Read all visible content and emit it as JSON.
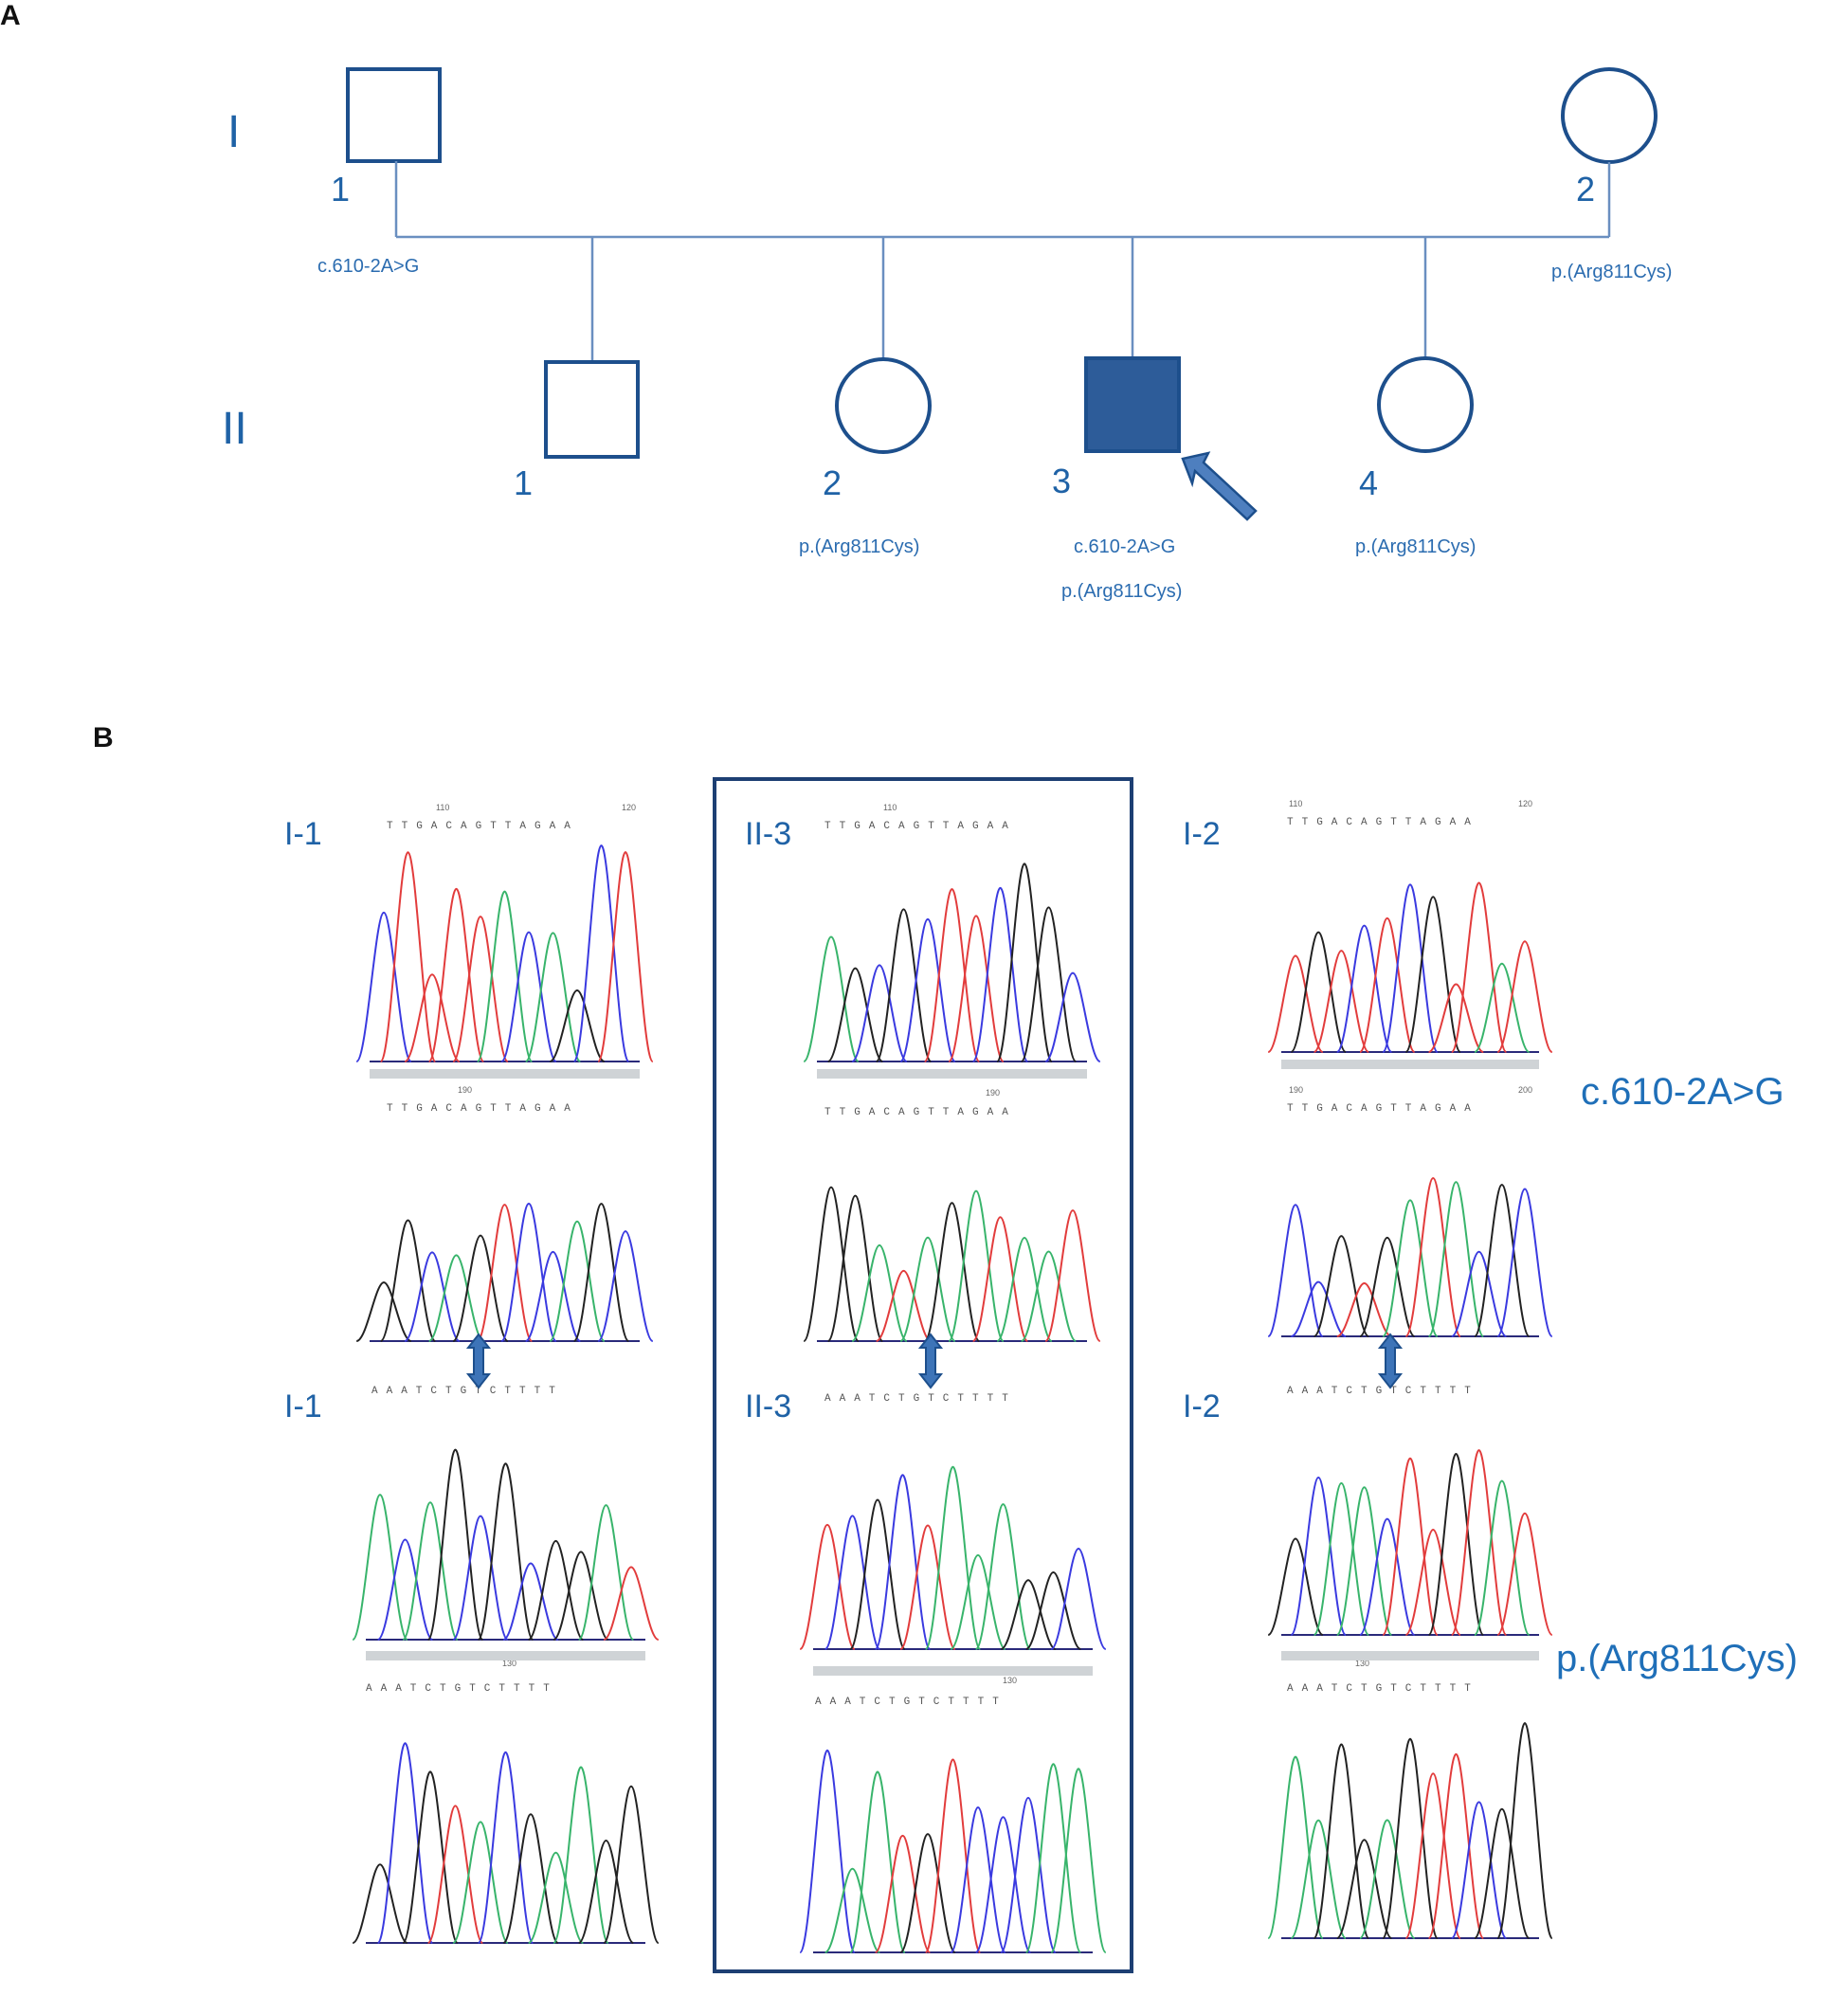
{
  "panel_a": {
    "letter": "A",
    "generations": [
      "I",
      "II"
    ],
    "individuals": [
      {
        "id": "I-1",
        "number": "1",
        "sex": "male",
        "affected": false,
        "variants": [
          "c.610-2A>G"
        ]
      },
      {
        "id": "I-2",
        "number": "2",
        "sex": "female",
        "affected": false,
        "variants": [
          "p.(Arg811Cys)"
        ]
      },
      {
        "id": "II-1",
        "number": "1",
        "sex": "male",
        "affected": false,
        "variants": []
      },
      {
        "id": "II-2",
        "number": "2",
        "sex": "female",
        "affected": false,
        "variants": [
          "p.(Arg811Cys)"
        ]
      },
      {
        "id": "II-3",
        "number": "3",
        "sex": "male",
        "affected": true,
        "proband": true,
        "variants": [
          "c.610-2A>G",
          "p.(Arg811Cys)"
        ]
      },
      {
        "id": "II-4",
        "number": "4",
        "sex": "female",
        "affected": false,
        "variants": [
          "p.(Arg811Cys)"
        ]
      }
    ]
  },
  "panel_b": {
    "letter": "B",
    "variant_labels": [
      "c.610-2A>G",
      "p.(Arg811Cys)"
    ],
    "samples": [
      {
        "label_top": "I-1",
        "label_bottom": "I-1",
        "ticks_top": [
          "110",
          "120",
          "190"
        ],
        "tick_bottom": "130",
        "seq_top": "TTGACAGTTAGAA",
        "seq_bottom": "AAATCTGTCTTTT"
      },
      {
        "label_top": "II-3",
        "label_bottom": "II-3",
        "ticks_top": [
          "110",
          "190"
        ],
        "tick_bottom": "130",
        "seq_top": "TTGACAGTTAGAA",
        "seq_bottom": "AAATCTGTCTTTT"
      },
      {
        "label_top": "I-2",
        "label_bottom": "I-2",
        "ticks_top": [
          "110",
          "120",
          "190",
          "200"
        ],
        "tick_bottom": "130",
        "seq_top": "TTGACAGTTAGAA",
        "seq_bottom": "AAATCTGTCTTTT"
      }
    ]
  },
  "colors": {
    "pedigree": "#1d4f8c",
    "label": "#1f62a6",
    "trace_A": "#38b46b",
    "trace_C": "#3a3ae0",
    "trace_G": "#222222",
    "trace_T": "#e23c3c"
  }
}
